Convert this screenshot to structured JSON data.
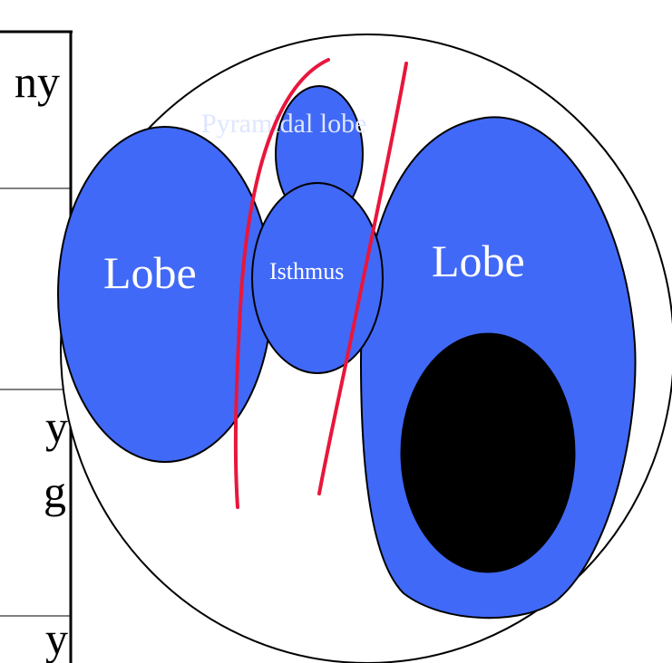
{
  "diagram": {
    "labels": {
      "left_lobe": "Lobe",
      "right_lobe": "Lobe",
      "isthmus": "Isthmus",
      "pyramidal": "Pyramidal lobe"
    },
    "table_fragments": {
      "row1": "ny",
      "row3a": "y",
      "row3b": "g",
      "row4": "y"
    },
    "colors": {
      "tissue": "#4169f7",
      "nodule": "#000000",
      "incision": "#e8163c",
      "outline": "#000000",
      "label_text": "#ffffff",
      "frame_text": "#000000"
    }
  }
}
